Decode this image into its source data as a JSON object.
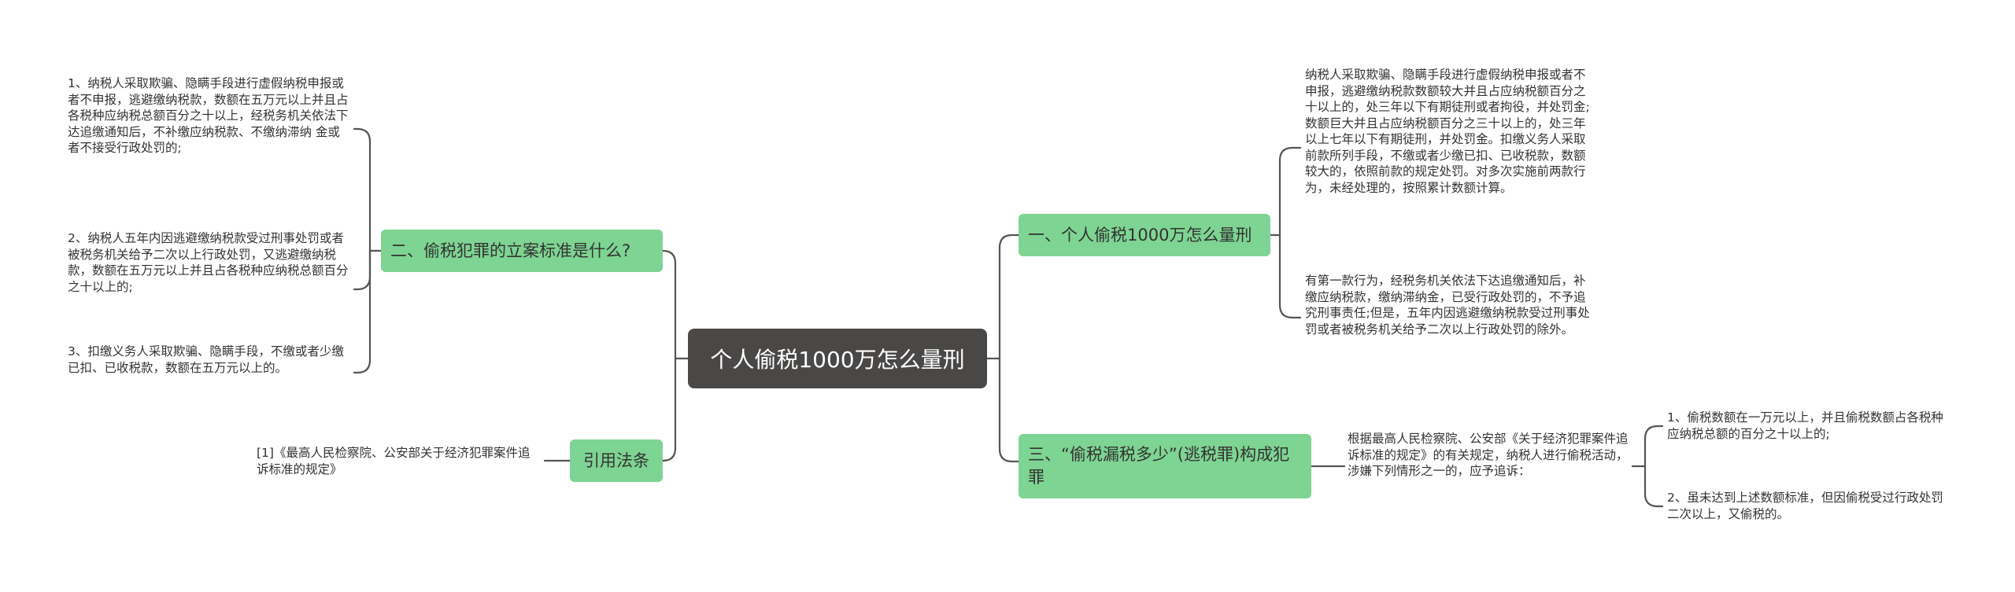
{
  "colors": {
    "root_bg": "#4a4847",
    "branch_bg": "#7ed492",
    "line": "#555555"
  },
  "root": {
    "label": "个人偷税1000万怎么量刑"
  },
  "right": {
    "branch1": {
      "label": "一、个人偷税1000万怎么量刑",
      "leaves": [
        "纳税人采取欺骗、隐瞒手段进行虚假纳税申报或者不申报，逃避缴纳税款数额较大并且占应纳税额百分之十以上的，处三年以下有期徒刑或者拘役，并处罚金;数额巨大并且占应纳税额百分之三十以上的，处三年以上七年以下有期徒刑，并处罚金。扣缴义务人采取前款所列手段，不缴或者少缴已扣、已收税款，数额较大的，依照前款的规定处罚。对多次实施前两款行为，未经处理的，按照累计数额计算。",
        "有第一款行为，经税务机关依法下达追缴通知后，补缴应纳税款，缴纳滞纳金，已受行政处罚的，不予追究刑事责任;但是，五年内因逃避缴纳税款受过刑事处罚或者被税务机关给予二次以上行政处罚的除外。"
      ]
    },
    "branch3": {
      "label": "三、“偷税漏税多少”(逃税罪)构成犯罪",
      "mid": "根据最高人民检察院、公安部《关于经济犯罪案件追诉标准的规定》的有关规定，纳税人进行偷税活动，涉嫌下列情形之一的，应予追诉：",
      "leaves": [
        "1、偷税数额在一万元以上，并且偷税数额占各税种应纳税总额的百分之十以上的;",
        "2、虽未达到上述数额标准，但因偷税受过行政处罚二次以上，又偷税的。"
      ]
    }
  },
  "left": {
    "branch2": {
      "label": "二、偷税犯罪的立案标准是什么?",
      "leaves": [
        "1、纳税人采取欺骗、隐瞒手段进行虚假纳税申报或者不申报，逃避缴纳税款，数额在五万元以上并且占各税种应纳税总额百分之十以上，经税务机关依法下达追缴通知后，不补缴应纳税款、不缴纳滞纳 金或者不接受行政处罚的;",
        "2、纳税人五年内因逃避缴纳税款受过刑事处罚或者被税务机关给予二次以上行政处罚，又逃避缴纳税款，数额在五万元以上并且占各税种应纳税总额百分之十以上的;",
        "3、扣缴义务人采取欺骗、隐瞒手段，不缴或者少缴已扣、已收税款，数额在五万元以上的。"
      ]
    },
    "branch4": {
      "label": "引用法条",
      "leaves": [
        "[1]《最高人民检察院、公安部关于经济犯罪案件追诉标准的规定》"
      ]
    }
  }
}
